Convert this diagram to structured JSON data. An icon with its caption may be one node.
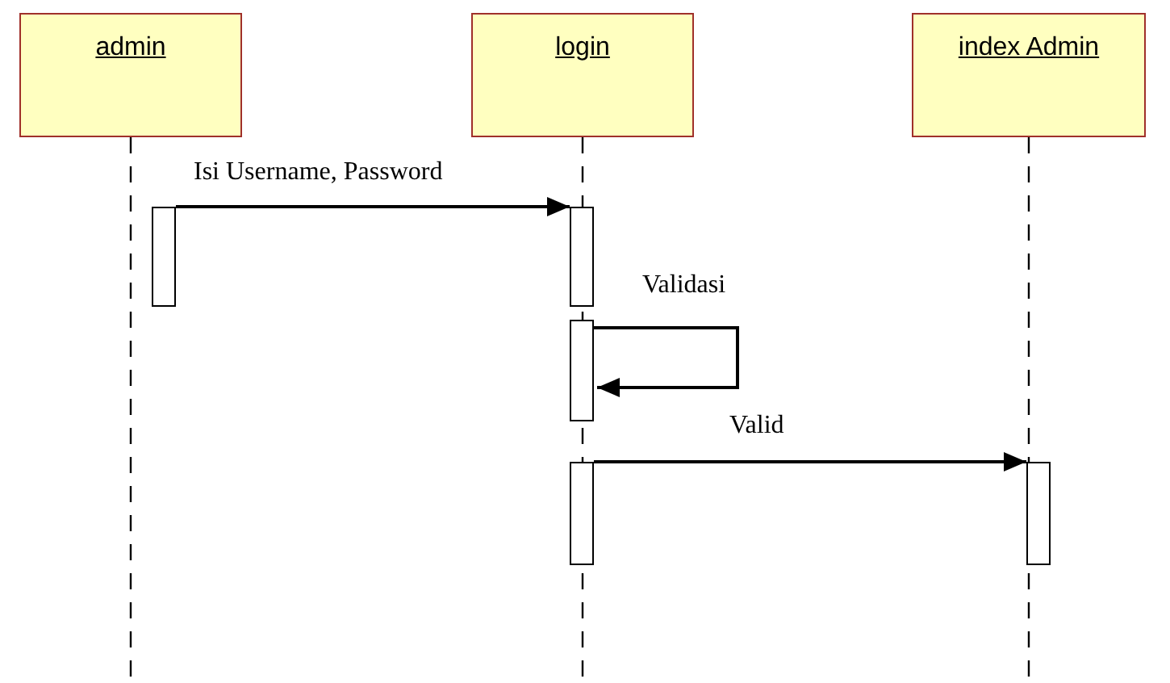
{
  "diagram": {
    "nodes": [
      {
        "text": [
          "admin"
        ]
      },
      {
        "text": [
          "login"
        ]
      },
      {
        "text": [
          "index Admin"
        ]
      },
      {
        "text": [],
        "shape": "bar"
      },
      {
        "text": [],
        "shape": "bar"
      },
      {
        "text": [],
        "shape": "bar"
      },
      {
        "text": [],
        "shape": "bar"
      },
      {
        "text": [],
        "shape": "bar"
      }
    ],
    "edges": [
      {
        "from": 0,
        "to": null,
        "arrow": "none",
        "style": "dashed"
      },
      {
        "from": 1,
        "to": null,
        "arrow": "none",
        "style": "dashed"
      },
      {
        "from": 2,
        "to": null,
        "arrow": "none",
        "style": "dashed"
      },
      {
        "from": 3,
        "to": 4,
        "arrow": "to",
        "label": "Isi Username, Password"
      },
      {
        "from": 5,
        "to": 5,
        "arrow": "to",
        "label": "Validasi"
      },
      {
        "from": 6,
        "to": 7,
        "arrow": "to",
        "label": "Valid"
      }
    ]
  }
}
